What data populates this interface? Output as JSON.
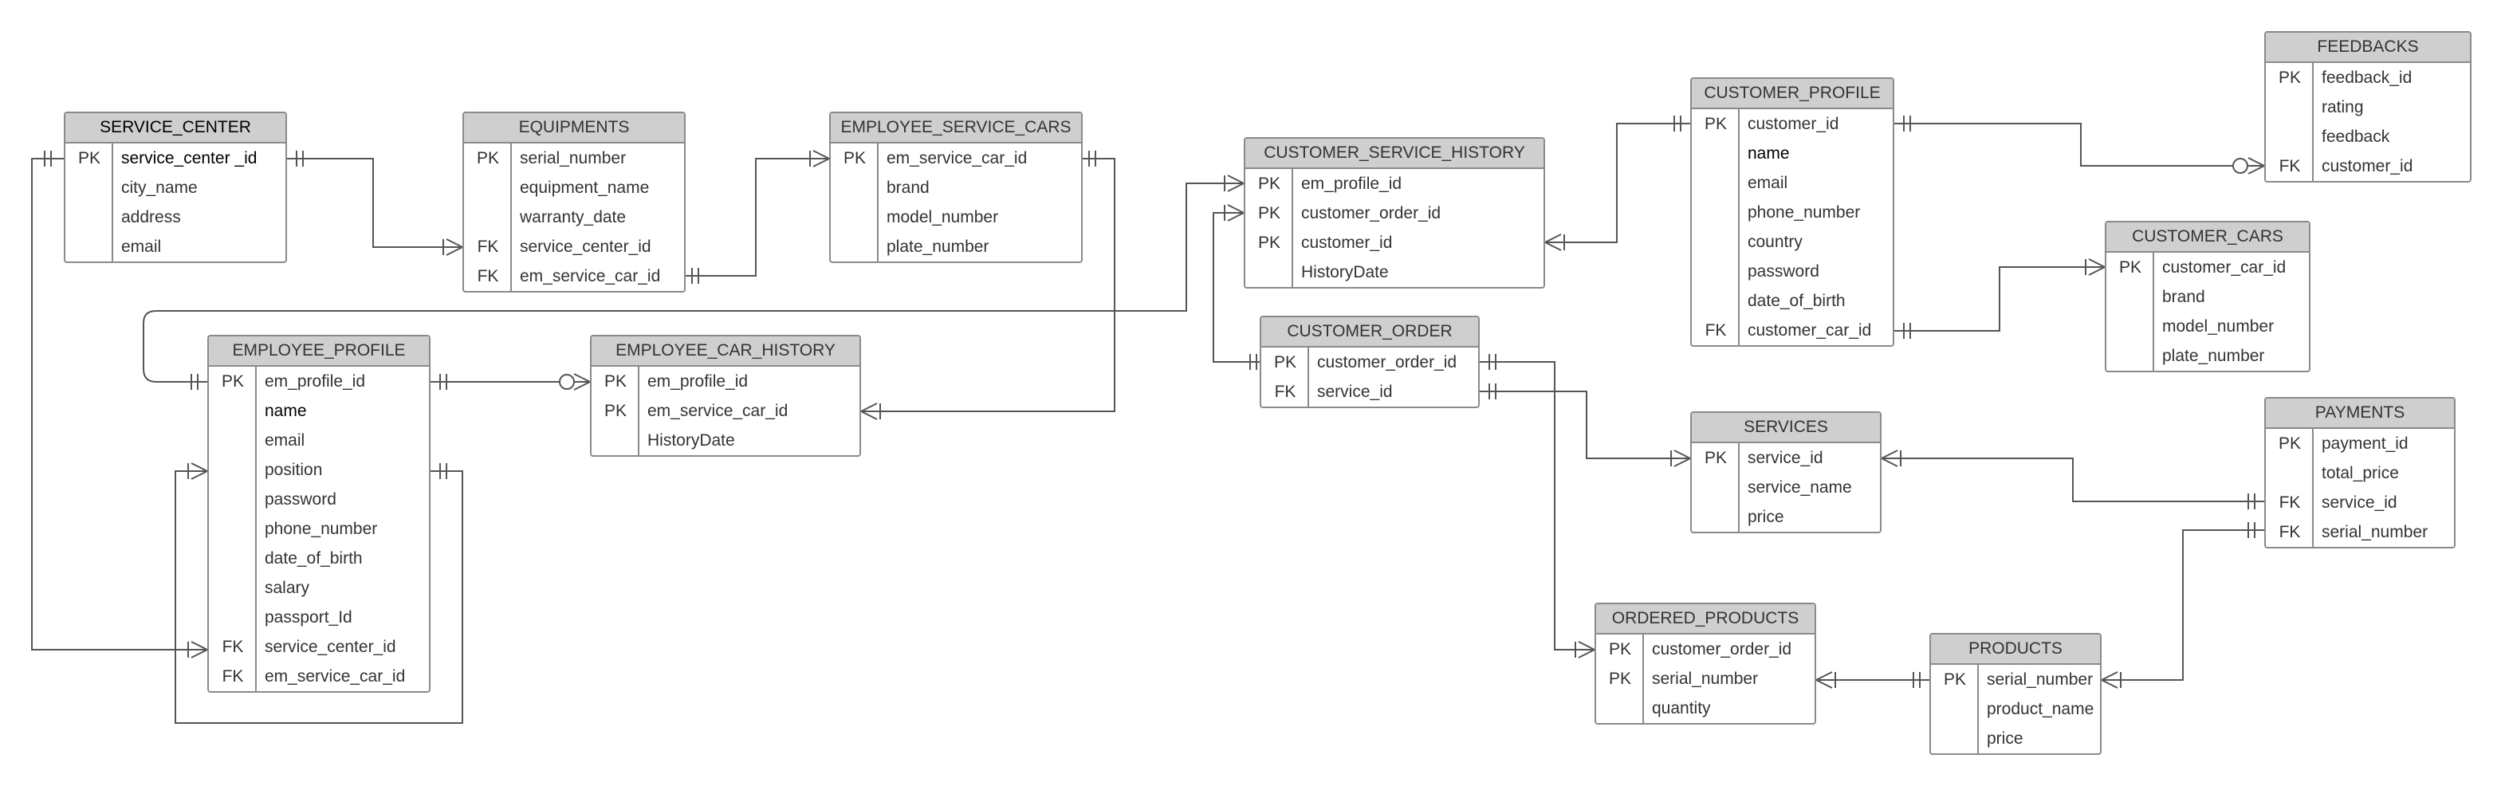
{
  "entities": [
    {
      "id": "service_center",
      "title": "SERVICE_CENTER",
      "rows": [
        {
          "key": "PK",
          "field": "service_center _id"
        },
        {
          "key": "",
          "field": "city_name"
        },
        {
          "key": "",
          "field": "address"
        },
        {
          "key": "",
          "field": "email"
        }
      ]
    },
    {
      "id": "equipments",
      "title": "EQUIPMENTS",
      "rows": [
        {
          "key": "PK",
          "field": "serial_number"
        },
        {
          "key": "",
          "field": "equipment_name"
        },
        {
          "key": "",
          "field": "warranty_date"
        },
        {
          "key": "FK",
          "field": "service_center_id"
        },
        {
          "key": "FK",
          "field": "em_service_car_id"
        }
      ]
    },
    {
      "id": "employee_service_cars",
      "title": "EMPLOYEE_SERVICE_CARS",
      "rows": [
        {
          "key": "PK",
          "field": "em_service_car_id"
        },
        {
          "key": "",
          "field": "brand"
        },
        {
          "key": "",
          "field": "model_number"
        },
        {
          "key": "",
          "field": "plate_number"
        }
      ]
    },
    {
      "id": "customer_service_history",
      "title": "CUSTOMER_SERVICE_HISTORY",
      "rows": [
        {
          "key": "PK",
          "field": "em_profile_id"
        },
        {
          "key": "PK",
          "field": "customer_order_id"
        },
        {
          "key": "PK",
          "field": "customer_id"
        },
        {
          "key": "",
          "field": "HistoryDate"
        }
      ]
    },
    {
      "id": "customer_profile",
      "title": "CUSTOMER_PROFILE",
      "rows": [
        {
          "key": "PK",
          "field": "customer_id"
        },
        {
          "key": "",
          "field": "name"
        },
        {
          "key": "",
          "field": "email"
        },
        {
          "key": "",
          "field": "phone_number"
        },
        {
          "key": "",
          "field": "country"
        },
        {
          "key": "",
          "field": "password"
        },
        {
          "key": "",
          "field": "date_of_birth"
        },
        {
          "key": "FK",
          "field": "customer_car_id"
        }
      ]
    },
    {
      "id": "feedbacks",
      "title": "FEEDBACKS",
      "rows": [
        {
          "key": "PK",
          "field": "feedback_id"
        },
        {
          "key": "",
          "field": "rating"
        },
        {
          "key": "",
          "field": "feedback"
        },
        {
          "key": "FK",
          "field": "customer_id"
        }
      ]
    },
    {
      "id": "customer_cars",
      "title": "CUSTOMER_CARS",
      "rows": [
        {
          "key": "PK",
          "field": "customer_car_id"
        },
        {
          "key": "",
          "field": "brand"
        },
        {
          "key": "",
          "field": "model_number"
        },
        {
          "key": "",
          "field": "plate_number"
        }
      ]
    },
    {
      "id": "employee_profile",
      "title": "EMPLOYEE_PROFILE",
      "rows": [
        {
          "key": "PK",
          "field": "em_profile_id"
        },
        {
          "key": "",
          "field": "name"
        },
        {
          "key": "",
          "field": "email"
        },
        {
          "key": "",
          "field": "position"
        },
        {
          "key": "",
          "field": "password"
        },
        {
          "key": "",
          "field": "phone_number"
        },
        {
          "key": "",
          "field": "date_of_birth"
        },
        {
          "key": "",
          "field": "salary"
        },
        {
          "key": "",
          "field": "passport_Id"
        },
        {
          "key": "FK",
          "field": "service_center_id"
        },
        {
          "key": "FK",
          "field": "em_service_car_id"
        }
      ]
    },
    {
      "id": "employee_car_history",
      "title": "EMPLOYEE_CAR_HISTORY",
      "rows": [
        {
          "key": "PK",
          "field": "em_profile_id"
        },
        {
          "key": "PK",
          "field": "em_service_car_id"
        },
        {
          "key": "",
          "field": "HistoryDate"
        }
      ]
    },
    {
      "id": "customer_order",
      "title": "CUSTOMER_ORDER",
      "rows": [
        {
          "key": "PK",
          "field": "customer_order_id"
        },
        {
          "key": "FK",
          "field": "service_id"
        }
      ]
    },
    {
      "id": "services",
      "title": "SERVICES",
      "rows": [
        {
          "key": "PK",
          "field": "service_id"
        },
        {
          "key": "",
          "field": "service_name"
        },
        {
          "key": "",
          "field": "price"
        }
      ]
    },
    {
      "id": "payments",
      "title": "PAYMENTS",
      "rows": [
        {
          "key": "PK",
          "field": "payment_id"
        },
        {
          "key": "",
          "field": "total_price"
        },
        {
          "key": "FK",
          "field": "service_id"
        },
        {
          "key": "FK",
          "field": "serial_number"
        }
      ]
    },
    {
      "id": "ordered_products",
      "title": "ORDERED_PRODUCTS",
      "rows": [
        {
          "key": "PK",
          "field": "customer_order_id"
        },
        {
          "key": "PK",
          "field": "serial_number"
        },
        {
          "key": "",
          "field": "quantity"
        }
      ]
    },
    {
      "id": "products",
      "title": "PRODUCTS",
      "rows": [
        {
          "key": "PK",
          "field": "serial_number"
        },
        {
          "key": "",
          "field": "product_name"
        },
        {
          "key": "",
          "field": "price"
        }
      ]
    }
  ],
  "colors": {
    "header_fill": "#cfcfcf",
    "border": "#8a8a8a",
    "line": "#555555"
  }
}
